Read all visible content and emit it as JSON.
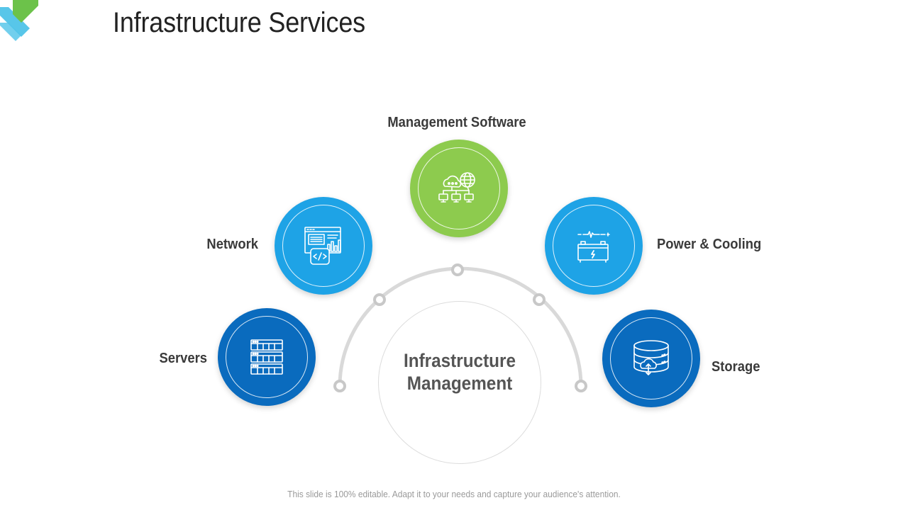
{
  "title": "Infrastructure Services",
  "hub": {
    "title": "Infrastructure Management"
  },
  "nodes": {
    "management_software": {
      "label": "Management Software",
      "icon": "cloud-network-globe-icon",
      "color": "#8DCB4E"
    },
    "network": {
      "label": "Network",
      "icon": "web-code-analytics-icon",
      "color": "#1EA3E6"
    },
    "power_cooling": {
      "label": "Power & Cooling",
      "icon": "battery-power-icon",
      "color": "#1EA3E6"
    },
    "servers": {
      "label": "Servers",
      "icon": "server-rack-icon",
      "color": "#0A6BBE"
    },
    "storage": {
      "label": "Storage",
      "icon": "cloud-database-icon",
      "color": "#0A6BBE"
    }
  },
  "footer": "This slide is 100% editable. Adapt it to your needs and capture your audience's attention.",
  "colors": {
    "green": "#8DCB4E",
    "light_blue": "#1EA3E6",
    "dark_blue": "#0A6BBE",
    "arc_gray": "#D9D9D9"
  }
}
